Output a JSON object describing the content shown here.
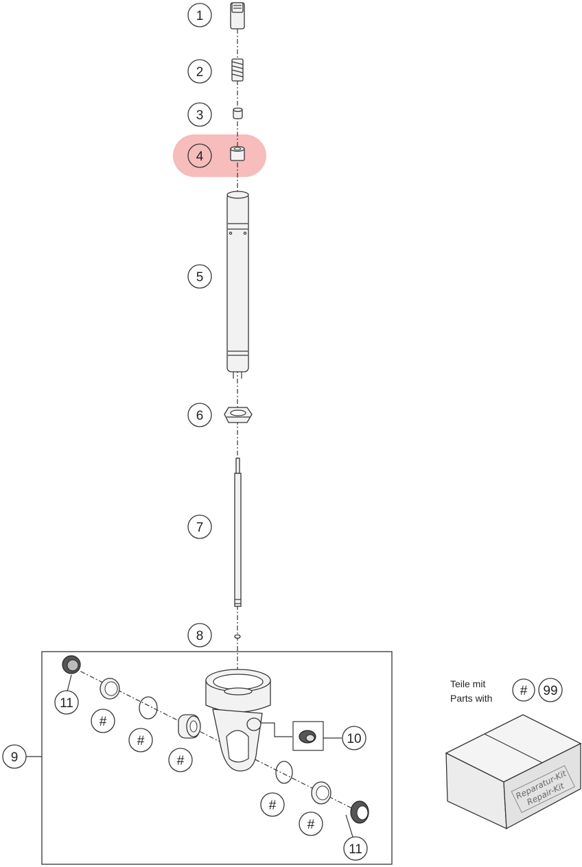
{
  "callouts": {
    "c1": "1",
    "c2": "2",
    "c3": "3",
    "c4": "4",
    "c5": "5",
    "c6": "6",
    "c7": "7",
    "c8": "8",
    "c9": "9",
    "c10": "10",
    "c11a": "11",
    "c11b": "11",
    "h1": "#",
    "h2": "#",
    "h3": "#",
    "h4": "#",
    "h5": "#"
  },
  "highlighted_callout": "4",
  "highlight_color": "#f4a6a6",
  "legend": {
    "line1": "Teile mit",
    "line2": "Parts with",
    "hash": "#",
    "kit_number": "99"
  },
  "kit_box": {
    "line1": "Reparatur-Kit",
    "line2": "Repair-Kit"
  }
}
